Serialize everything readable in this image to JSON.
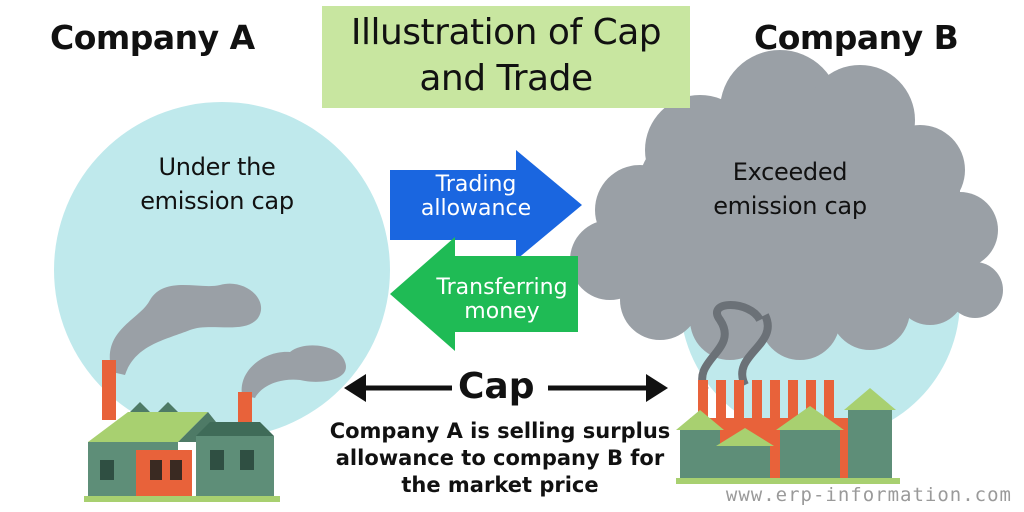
{
  "title": {
    "line1": "Illustration of Cap",
    "line2": "and Trade"
  },
  "company_a": {
    "label": "Company A",
    "status_line1": "Under the",
    "status_line2": "emission cap"
  },
  "company_b": {
    "label": "Company B",
    "status_line1": "Exceeded",
    "status_line2": "emission cap"
  },
  "arrows": {
    "trading": {
      "line1": "Trading",
      "line2": "allowance",
      "color": "#1a66e0"
    },
    "transfer": {
      "line1": "Transferring",
      "line2": "money",
      "color": "#1fbb55"
    }
  },
  "cap": {
    "label": "Cap"
  },
  "caption": {
    "line1": "Company A is selling surplus",
    "line2": "allowance to company B for",
    "line3": "the market price"
  },
  "watermark": "www.erp-information.com",
  "colors": {
    "title_bg": "#c8e6a0",
    "bubble_a": "#bfe9ec",
    "smoke": "#9aa0a6",
    "factory_red": "#e8623a",
    "factory_green": "#5e8e78"
  }
}
